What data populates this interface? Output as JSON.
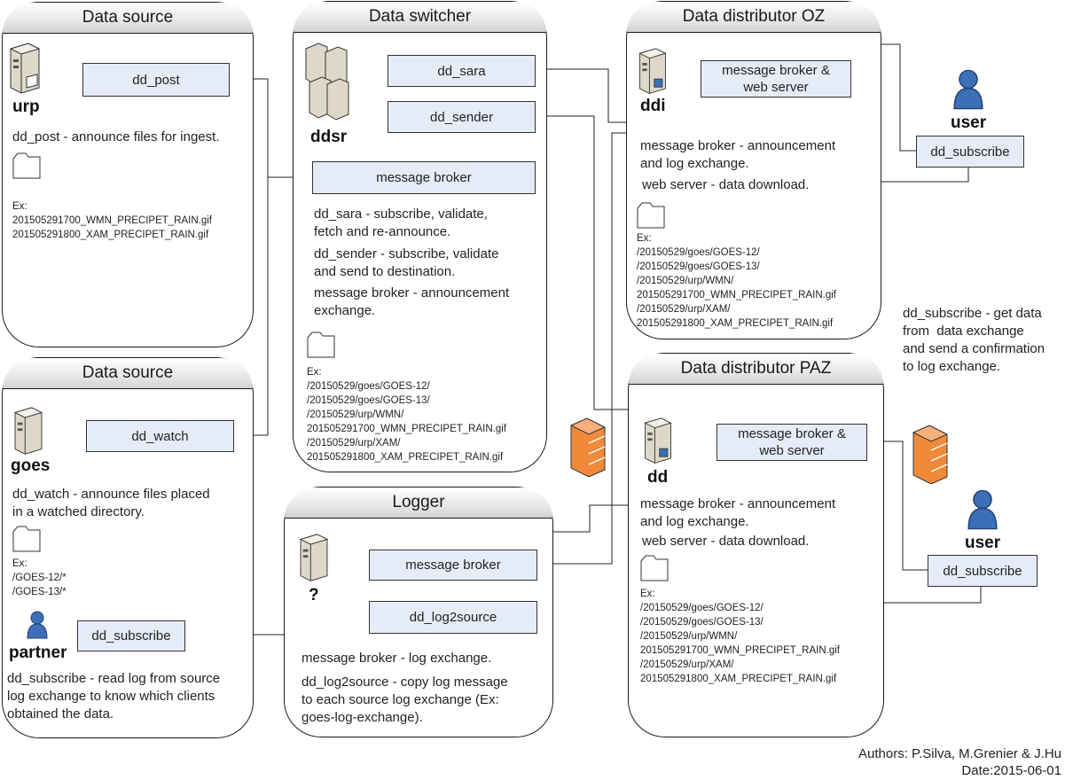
{
  "panels": {
    "source1": {
      "title": "Data source",
      "host": "urp",
      "box": "dd_post",
      "desc": "dd_post - announce files for ingest.",
      "ex": "Ex:\n201505291700_WMN_PRECIPET_RAIN.gif\n201505291800_XAM_PRECIPET_RAIN.gif"
    },
    "source2": {
      "title": "Data source",
      "host": "goes",
      "box": "dd_watch",
      "desc": "dd_watch - announce files placed\nin a watched directory.",
      "ex": "Ex:\n/GOES-12/*\n/GOES-13/*",
      "partner_host": "partner",
      "partner_box": "dd_subscribe",
      "partner_desc": "dd_subscribe - read log from source\nlog exchange to know which clients\nobtained the data."
    },
    "switcher": {
      "title": "Data switcher",
      "host": "ddsr",
      "box_sara": "dd_sara",
      "box_sender": "dd_sender",
      "box_broker": "message broker",
      "desc1": "dd_sara - subscribe, validate,\nfetch and re-announce.",
      "desc2": "dd_sender - subscribe, validate\nand send to destination.",
      "desc3": "message broker - announcement\nexchange.",
      "ex": "Ex:\n/20150529/goes/GOES-12/\n/20150529/goes/GOES-13/\n/20150529/urp/WMN/\n201505291700_WMN_PRECIPET_RAIN.gif\n/20150529/urp/XAM/\n201505291800_XAM_PRECIPET_RAIN.gif"
    },
    "logger": {
      "title": "Logger",
      "host": "?",
      "box_broker": "message broker",
      "box_log": "dd_log2source",
      "desc1": "message broker - log exchange.",
      "desc2": "dd_log2source - copy log message\nto each source log exchange (Ex:\ngoes-log-exchange)."
    },
    "oz": {
      "title": "Data distributor OZ",
      "host": "ddi",
      "box": "message broker &\nweb server",
      "desc1": "message broker - announcement\nand log exchange.",
      "desc2": "web server - data download.",
      "ex": "Ex:\n/20150529/goes/GOES-12/\n/20150529/goes/GOES-13/\n/20150529/urp/WMN/\n201505291700_WMN_PRECIPET_RAIN.gif\n/20150529/urp/XAM/\n201505291800_XAM_PRECIPET_RAIN.gif"
    },
    "paz": {
      "title": "Data distributor PAZ",
      "host": "dd",
      "box": "message broker &\nweb server",
      "desc1": "message broker - announcement\nand log exchange.",
      "desc2": "web server - data download.",
      "ex": "Ex:\n/20150529/goes/GOES-12/\n/20150529/goes/GOES-13/\n/20150529/urp/WMN/\n201505291700_WMN_PRECIPET_RAIN.gif\n/20150529/urp/XAM/\n201505291800_XAM_PRECIPET_RAIN.gif"
    }
  },
  "users": {
    "user1": {
      "label": "user",
      "box": "dd_subscribe"
    },
    "user2": {
      "label": "user",
      "box": "dd_subscribe"
    }
  },
  "subscribe_note": "dd_subscribe - get data\nfrom  data exchange\nand send a confirmation\nto log exchange.",
  "footer": {
    "authors": "Authors: P.Silva, M.Grenier & J.Hu",
    "date": "Date:2015-06-01"
  },
  "colors": {
    "box_fill": "#e6ecf7",
    "user_blue": "#3d6fb6",
    "firewall_orange": "#f08a3a",
    "server_beige": "#ddd8c8"
  }
}
